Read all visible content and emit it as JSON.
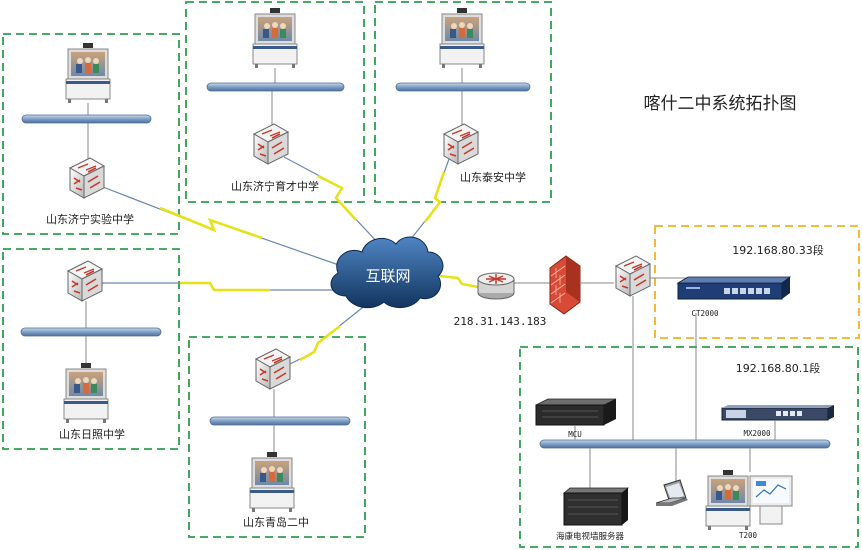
{
  "diagram": {
    "title": "喀什二中系统拓扑图",
    "cloud_label": "互联网",
    "router_ip": "218.31.143.183",
    "sites": [
      {
        "name": "山东济宁实验中学"
      },
      {
        "name": "山东济宁育才中学"
      },
      {
        "name": "山东泰安中学"
      },
      {
        "name": "山东日照中学"
      },
      {
        "name": "山东青岛二中"
      }
    ],
    "segment_top": "192.168.80.33段",
    "segment_bottom": "192.168.80.1段",
    "devices": {
      "ct2000": "CT2000",
      "mcu": "MCU",
      "mx2000": "MX2000",
      "server": "海康电视墙服务器",
      "t200": "T200"
    },
    "colors": {
      "site_border": "#2e9e4f",
      "segment_border": "#f0b323",
      "bus": "#7f9fc4",
      "lightning": "#e6e21a",
      "cloud": "#1e4f86",
      "firewall": "#c43a2a"
    }
  }
}
